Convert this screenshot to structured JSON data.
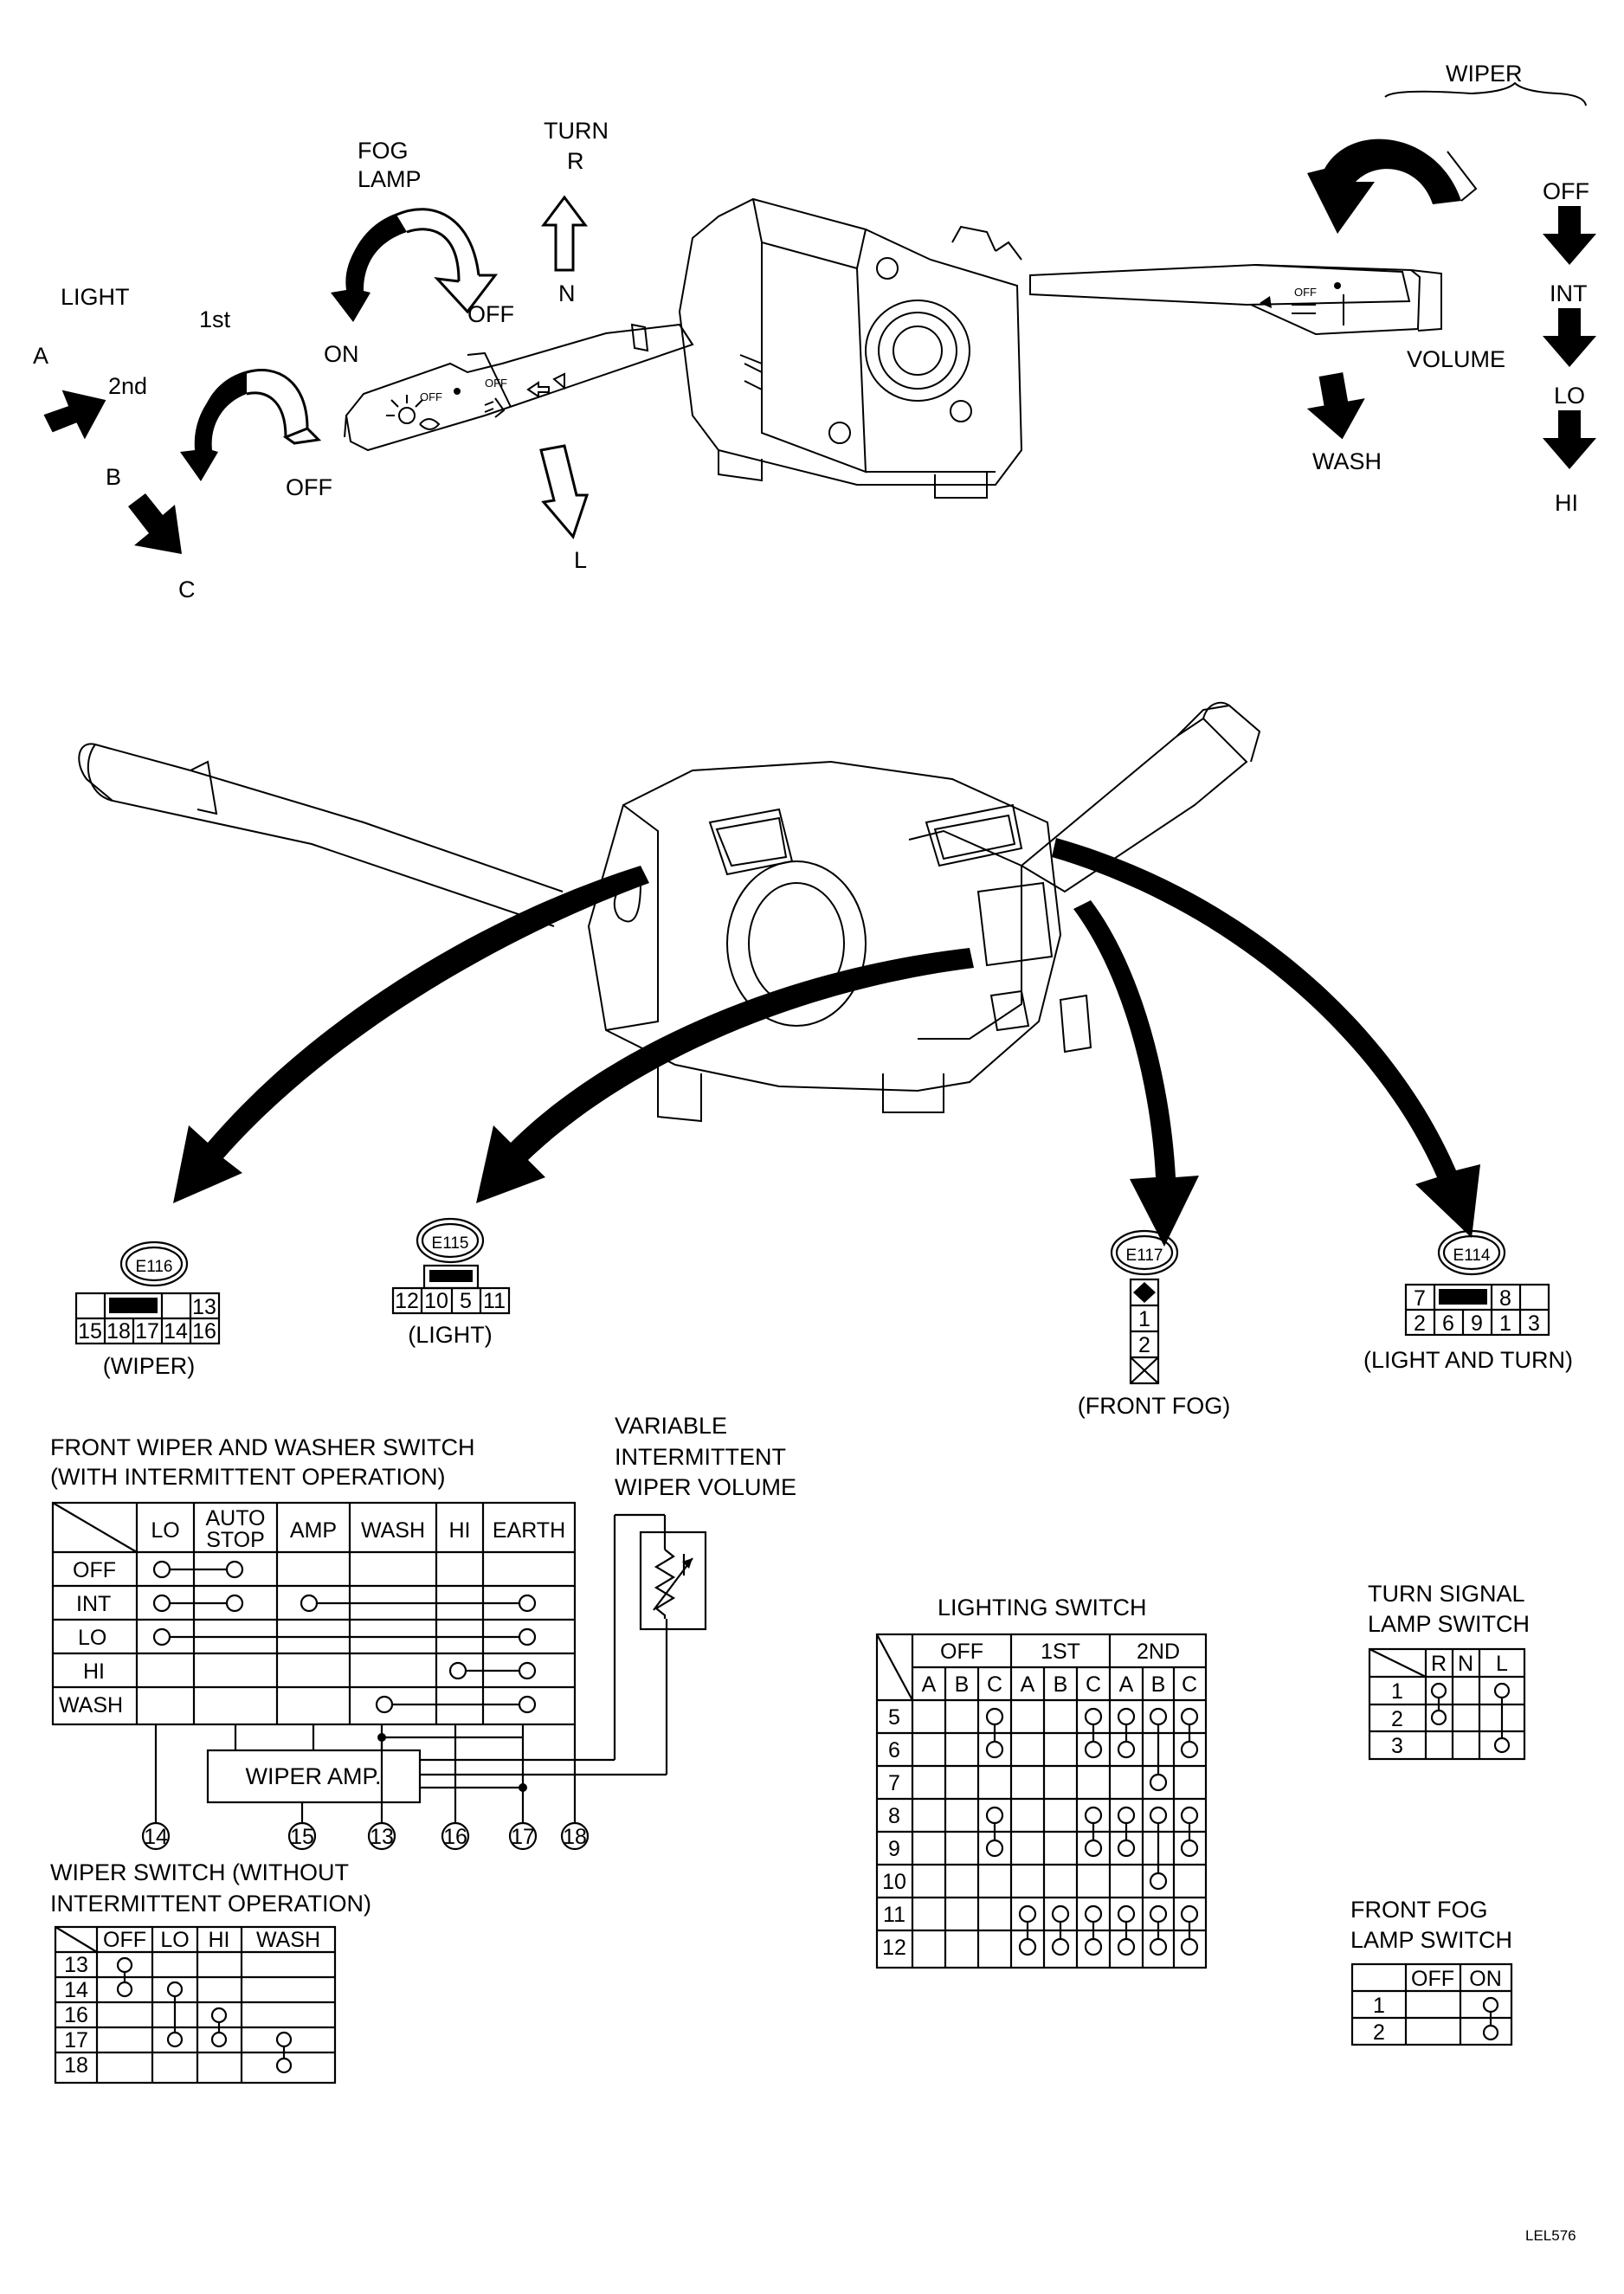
{
  "labels": {
    "wiper_group": "WIPER",
    "wiper_off": "OFF",
    "wiper_int": "INT",
    "wiper_lo": "LO",
    "wiper_hi": "HI",
    "volume": "VOLUME",
    "wash": "WASH",
    "turn": "TURN",
    "turn_r": "R",
    "turn_n": "N",
    "turn_l": "L",
    "fog_lamp_1": "FOG",
    "fog_lamp_2": "LAMP",
    "fog_on": "ON",
    "fog_off": "OFF",
    "light": "LIGHT",
    "light_1st": "1st",
    "light_2nd": "2nd",
    "light_off": "OFF",
    "pos_a": "A",
    "pos_b": "B",
    "pos_c": "C",
    "knob_off_1": "OFF",
    "knob_off_2": "OFF",
    "knob_off_3": "OFF"
  },
  "connectors": {
    "e116": {
      "id": "E116",
      "top": [
        "13"
      ],
      "bottom": [
        "15",
        "18",
        "17",
        "14",
        "16"
      ],
      "caption": "(WIPER)"
    },
    "e115": {
      "id": "E115",
      "row": [
        "12",
        "10",
        "5",
        "11"
      ],
      "caption": "(LIGHT)"
    },
    "e117": {
      "id": "E117",
      "col": [
        "1",
        "2"
      ],
      "caption": "(FRONT FOG)"
    },
    "e114": {
      "id": "E114",
      "top": [
        "7",
        "8"
      ],
      "bottom": [
        "2",
        "6",
        "9",
        "1",
        "3"
      ],
      "caption": "(LIGHT AND TURN)"
    }
  },
  "front_wiper_switch": {
    "title_1": "FRONT WIPER AND WASHER SWITCH",
    "title_2": "(WITH INTERMITTENT OPERATION)",
    "headers": [
      "LO",
      "AUTO",
      "STOP",
      "AMP",
      "WASH",
      "HI",
      "EARTH"
    ],
    "rows": [
      "OFF",
      "INT",
      "LO",
      "HI",
      "WASH"
    ],
    "amp_label": "WIPER AMP.",
    "terminals": [
      "14",
      "15",
      "13",
      "16",
      "17",
      "18"
    ],
    "volume_title": [
      "VARIABLE",
      "INTERMITTENT",
      "WIPER VOLUME"
    ]
  },
  "wiper_switch_no_int": {
    "title_1": "WIPER SWITCH (WITHOUT",
    "title_2": "INTERMITTENT OPERATION)",
    "headers": [
      "OFF",
      "LO",
      "HI",
      "WASH"
    ],
    "rows": [
      "13",
      "14",
      "16",
      "17",
      "18"
    ]
  },
  "lighting_switch": {
    "title": "LIGHTING SWITCH",
    "groups": [
      "OFF",
      "1ST",
      "2ND"
    ],
    "subs": [
      "A",
      "B",
      "C",
      "A",
      "B",
      "C",
      "A",
      "B",
      "C"
    ],
    "rows": [
      "5",
      "6",
      "7",
      "8",
      "9",
      "10",
      "11",
      "12"
    ]
  },
  "turn_signal": {
    "title_1": "TURN SIGNAL",
    "title_2": "LAMP SWITCH",
    "headers": [
      "R",
      "N",
      "L"
    ],
    "rows": [
      "1",
      "2",
      "3"
    ]
  },
  "front_fog": {
    "title_1": "FRONT FOG",
    "title_2": "LAMP SWITCH",
    "headers": [
      "OFF",
      "ON"
    ],
    "rows": [
      "1",
      "2"
    ]
  },
  "figure_code": "LEL576"
}
